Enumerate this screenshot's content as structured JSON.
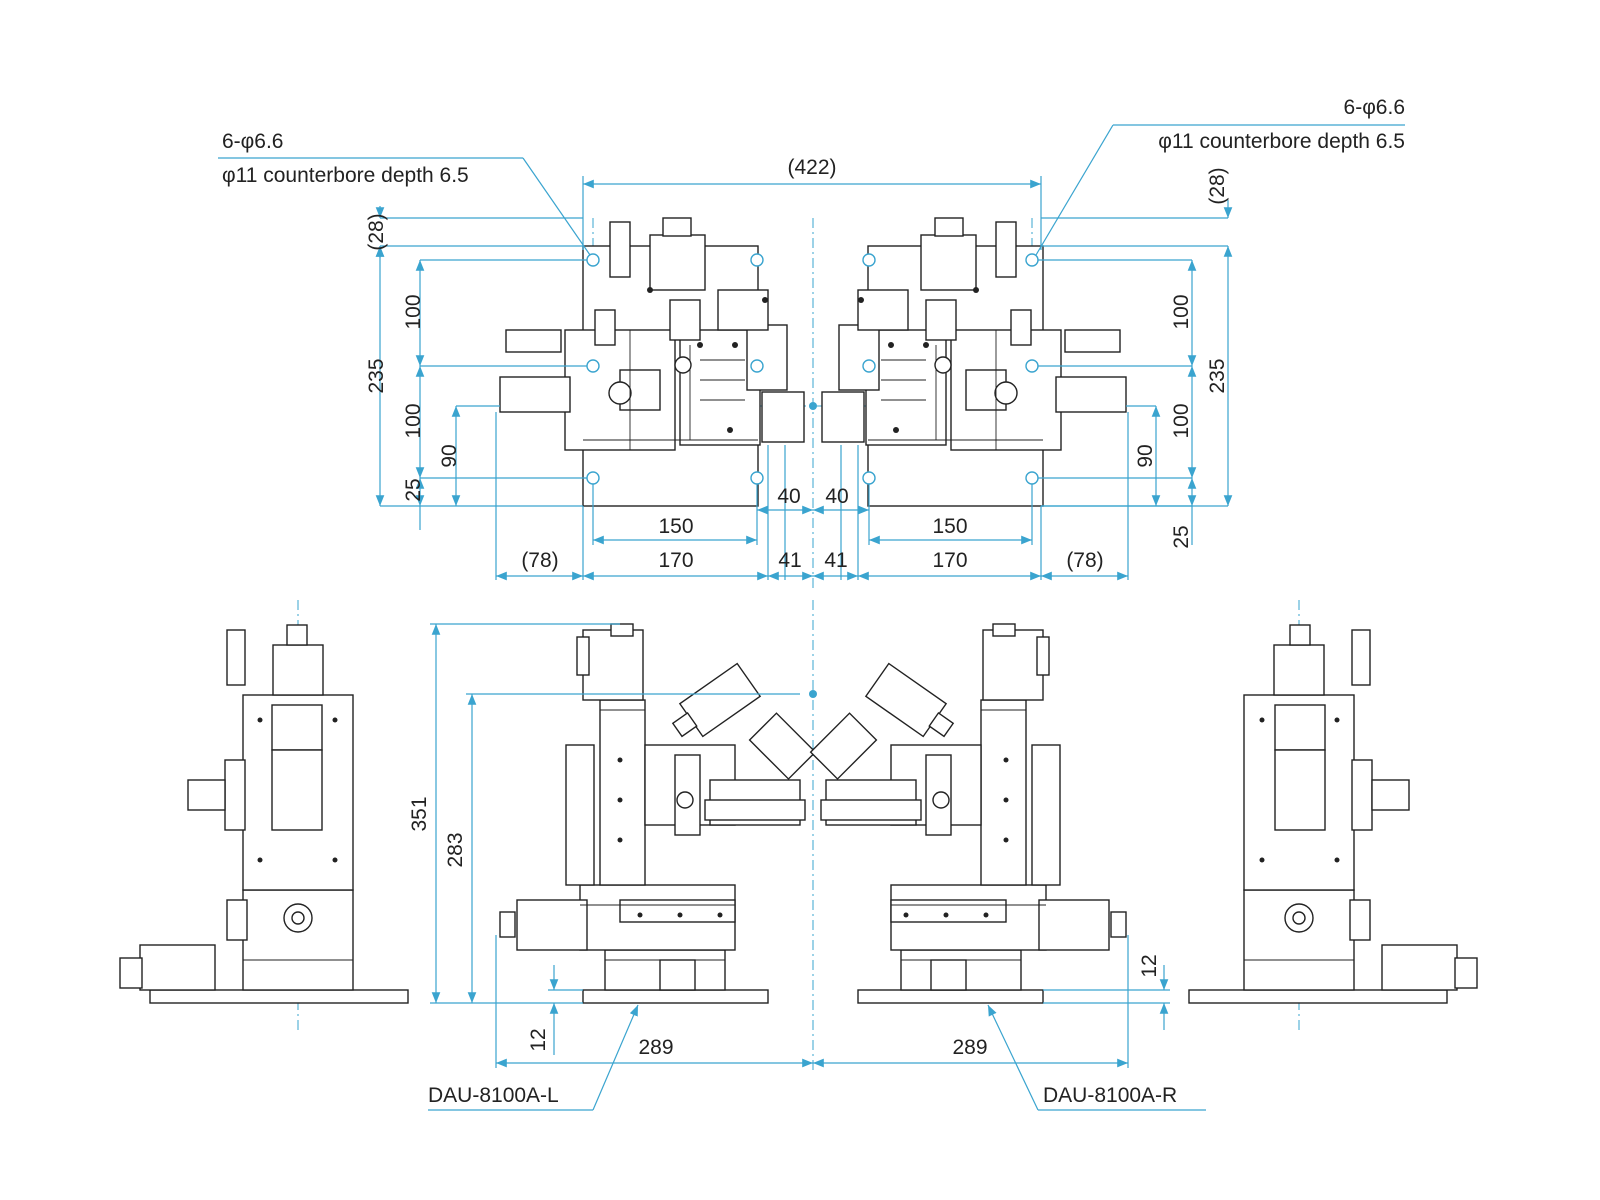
{
  "callouts": {
    "hole_left_line1": "6-φ6.6",
    "hole_left_line2": "φ11 counterbore depth 6.5",
    "hole_right_line1": "6-φ6.6",
    "hole_right_line2": "φ11 counterbore depth 6.5"
  },
  "dimensions": {
    "overall_width": "(422)",
    "offset_28": "(28)",
    "d100": "100",
    "d235": "235",
    "d90": "90",
    "d25": "25",
    "d40": "40",
    "d150": "150",
    "d170": "170",
    "d78": "(78)",
    "d41": "41",
    "d351": "351",
    "d283": "283",
    "d12": "12",
    "d289": "289"
  },
  "models": {
    "left": "DAU-8100A-L",
    "right": "DAU-8100A-R"
  }
}
